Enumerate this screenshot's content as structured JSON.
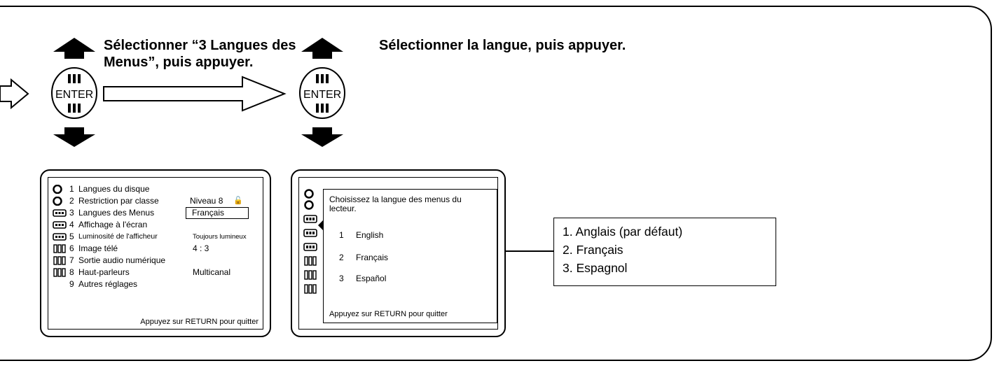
{
  "instructions": {
    "step1": "Sélectionner “3 Langues des Menus”, puis appuyer.",
    "step2": "Sélectionner la langue, puis appuyer."
  },
  "enter_button": {
    "label": "ENTER"
  },
  "setup_menu": {
    "items": [
      {
        "icon": "disc-icon",
        "num": "1",
        "label": "Langues du disque",
        "value": ""
      },
      {
        "icon": "disc-icon",
        "num": "2",
        "label": "Restriction par classe",
        "value": "Niveau  8"
      },
      {
        "icon": "player-icon",
        "num": "3",
        "label": "Langues des Menus",
        "value": "Français"
      },
      {
        "icon": "player-icon",
        "num": "4",
        "label": "Affichage à l'écran",
        "value": ""
      },
      {
        "icon": "player-icon",
        "num": "5",
        "label": "Luminosité de l'afficheur",
        "value": "Toujours lumineux"
      },
      {
        "icon": "speaker-icon",
        "num": "6",
        "label": "Image télé",
        "value": "4 : 3"
      },
      {
        "icon": "speaker-icon",
        "num": "7",
        "label": "Sortie audio numérique",
        "value": ""
      },
      {
        "icon": "speaker-icon",
        "num": "8",
        "label": "Haut-parleurs",
        "value": "Multicanal"
      },
      {
        "icon": "",
        "num": "9",
        "label": "Autres réglages",
        "value": ""
      }
    ],
    "footer": "Appuyez sur RETURN pour quitter"
  },
  "language_dialog": {
    "prompt": "Choisissez la langue des menus du lecteur.",
    "options": [
      {
        "num": "1",
        "label": "English"
      },
      {
        "num": "2",
        "label": "Français"
      },
      {
        "num": "3",
        "label": "Español"
      }
    ],
    "footer": "Appuyez sur RETURN pour quitter"
  },
  "legend": {
    "items": [
      "1.  Anglais (par défaut)",
      "2.  Français",
      "3.  Espagnol"
    ]
  }
}
